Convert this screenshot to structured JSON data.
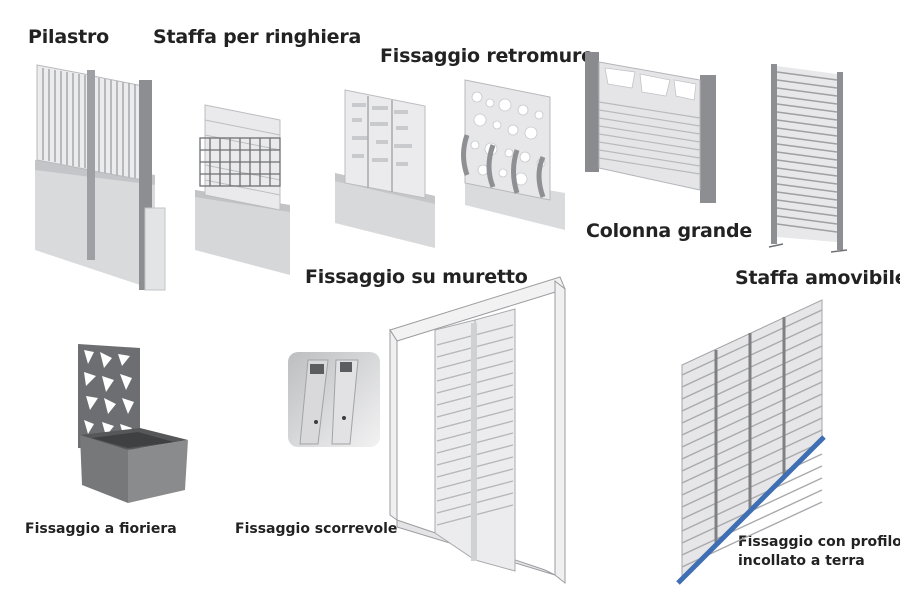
{
  "labels": {
    "pilastro": "Pilastro",
    "staffa_ringhiera": "Staffa per ringhiera",
    "fissaggio_retromuro": "Fissaggio retromuro",
    "colonna_grande": "Colonna grande",
    "fissaggio_muretto": "Fissaggio su muretto",
    "staffa_amovibile": "Staffa amovibile",
    "fissaggio_fioriera": "Fissaggio a fioriera",
    "fissaggio_scorrevole": "Fissaggio scorrevole",
    "fissaggio_profilo_line1": "Fissaggio con profilo",
    "fissaggio_profilo_line2": "incollato a terra"
  },
  "colors": {
    "panel_light": "#e9e9ea",
    "panel_mid": "#cfd0d2",
    "panel_dark": "#8c8d90",
    "planter": "#6b6c6f",
    "ground_profile": "#3f6fb3"
  }
}
